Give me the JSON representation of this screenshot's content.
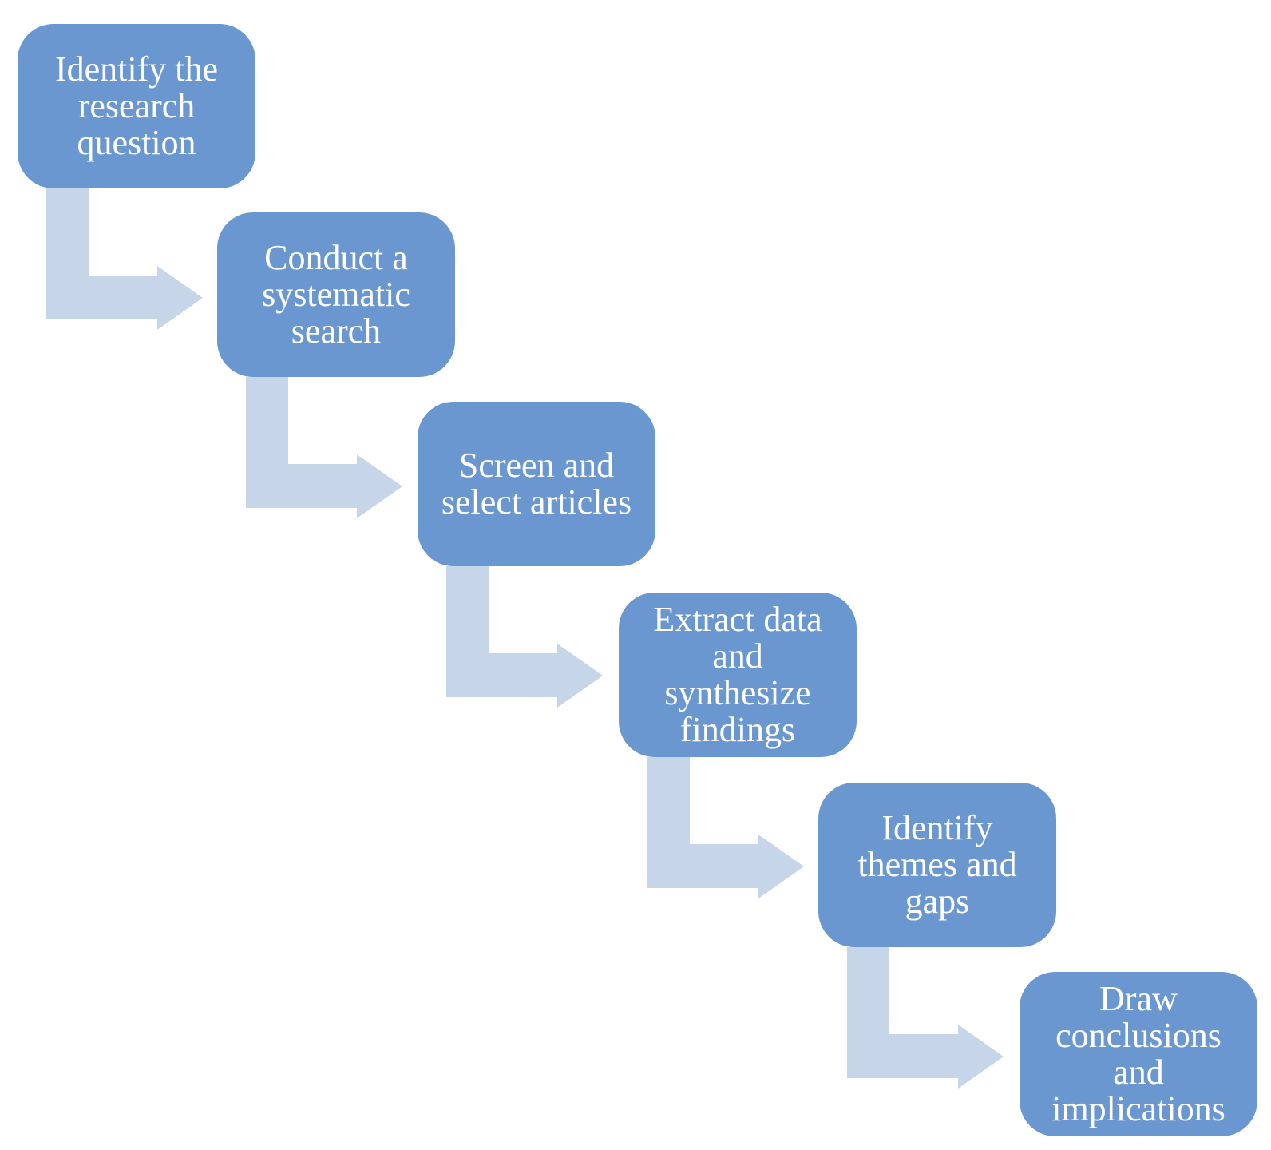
{
  "diagram": {
    "steps": [
      {
        "label": "Identify the research question",
        "lines": [
          "Identify the",
          "research",
          "question"
        ]
      },
      {
        "label": "Conduct a systematic search",
        "lines": [
          "Conduct a",
          "systematic",
          "search"
        ]
      },
      {
        "label": "Screen and select articles",
        "lines": [
          "Screen and",
          "select articles"
        ]
      },
      {
        "label": "Extract data and synthesize findings",
        "lines": [
          "Extract data",
          "and",
          "synthesize",
          "findings"
        ]
      },
      {
        "label": "Identify themes and gaps",
        "lines": [
          "Identify",
          "themes and",
          "gaps"
        ]
      },
      {
        "label": "Draw conclusions and implications",
        "lines": [
          "Draw",
          "conclusions",
          "and",
          "implications"
        ]
      }
    ]
  },
  "colors": {
    "box_fill": "#6A97CF",
    "arrow_fill": "#C7D5E8",
    "text": "#FFFFFF",
    "background": "#FFFFFF"
  }
}
